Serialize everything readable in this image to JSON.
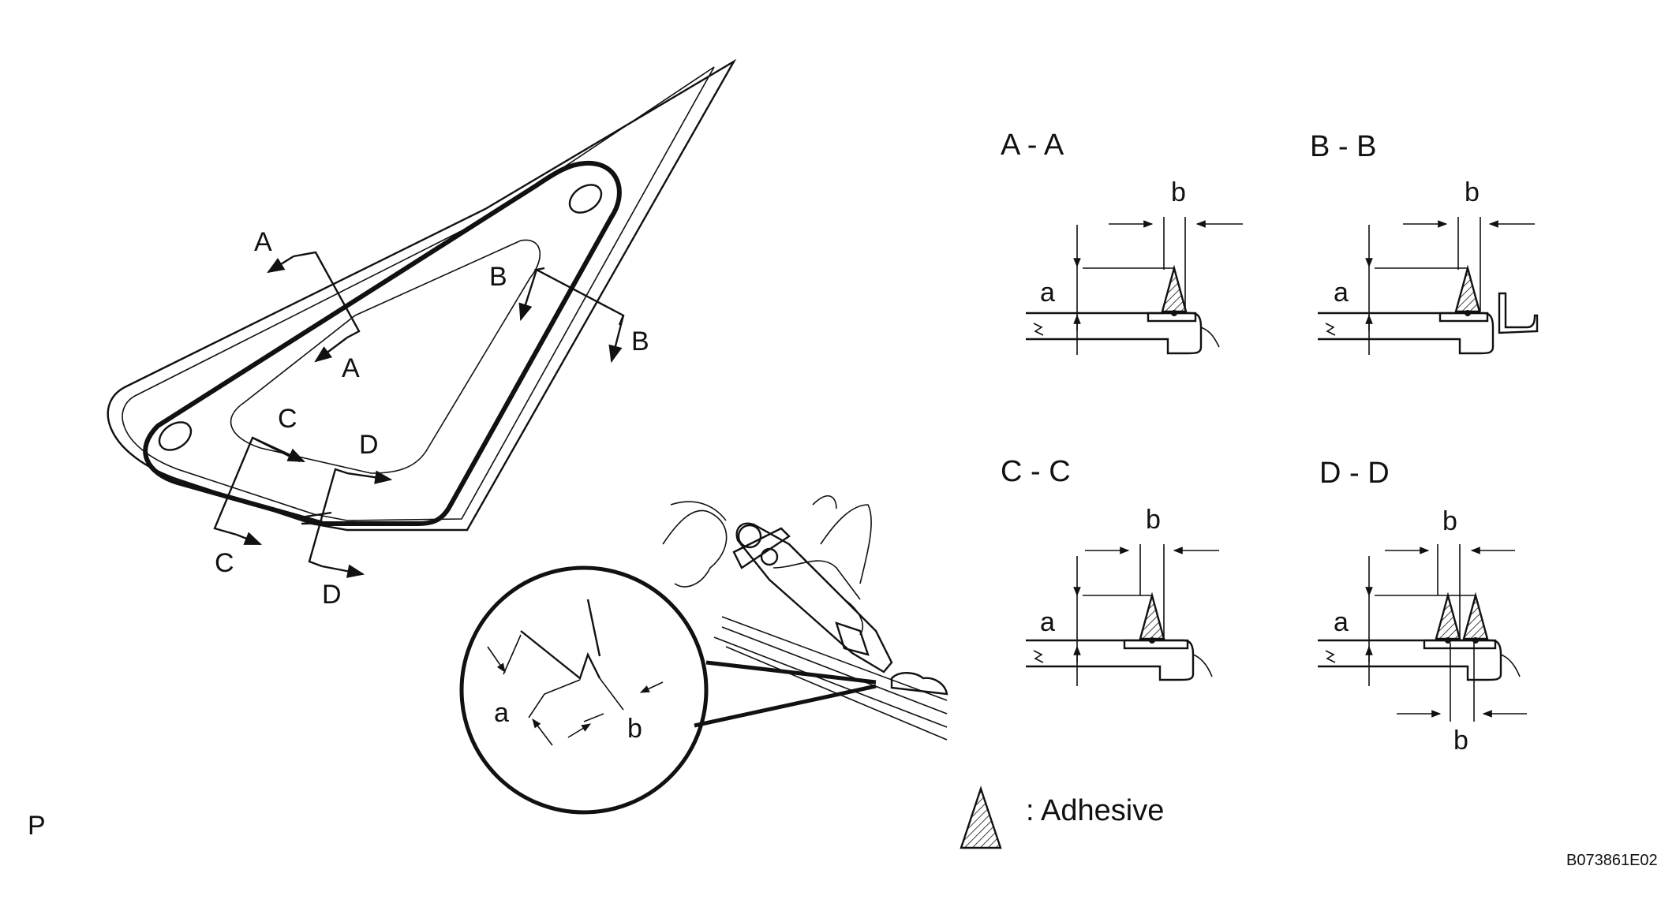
{
  "diagram": {
    "section_marks": {
      "a1": "A",
      "a2": "A",
      "b1": "B",
      "b2": "B",
      "c1": "C",
      "c2": "C",
      "d1": "D",
      "d2": "D"
    },
    "inset": {
      "dim_a": "a",
      "dim_b": "b"
    },
    "sections": [
      {
        "title": "A - A",
        "dim_a": "a",
        "dim_b": "b"
      },
      {
        "title": "B - B",
        "dim_a": "a",
        "dim_b": "b"
      },
      {
        "title": "C - C",
        "dim_a": "a",
        "dim_b": "b"
      },
      {
        "title": "D - D",
        "dim_a": "a",
        "dim_b": "b",
        "dim_b2": "b"
      }
    ],
    "legend": {
      "text": ": Adhesive"
    },
    "corner_letter": "P",
    "figure_code": "B073861E02"
  }
}
